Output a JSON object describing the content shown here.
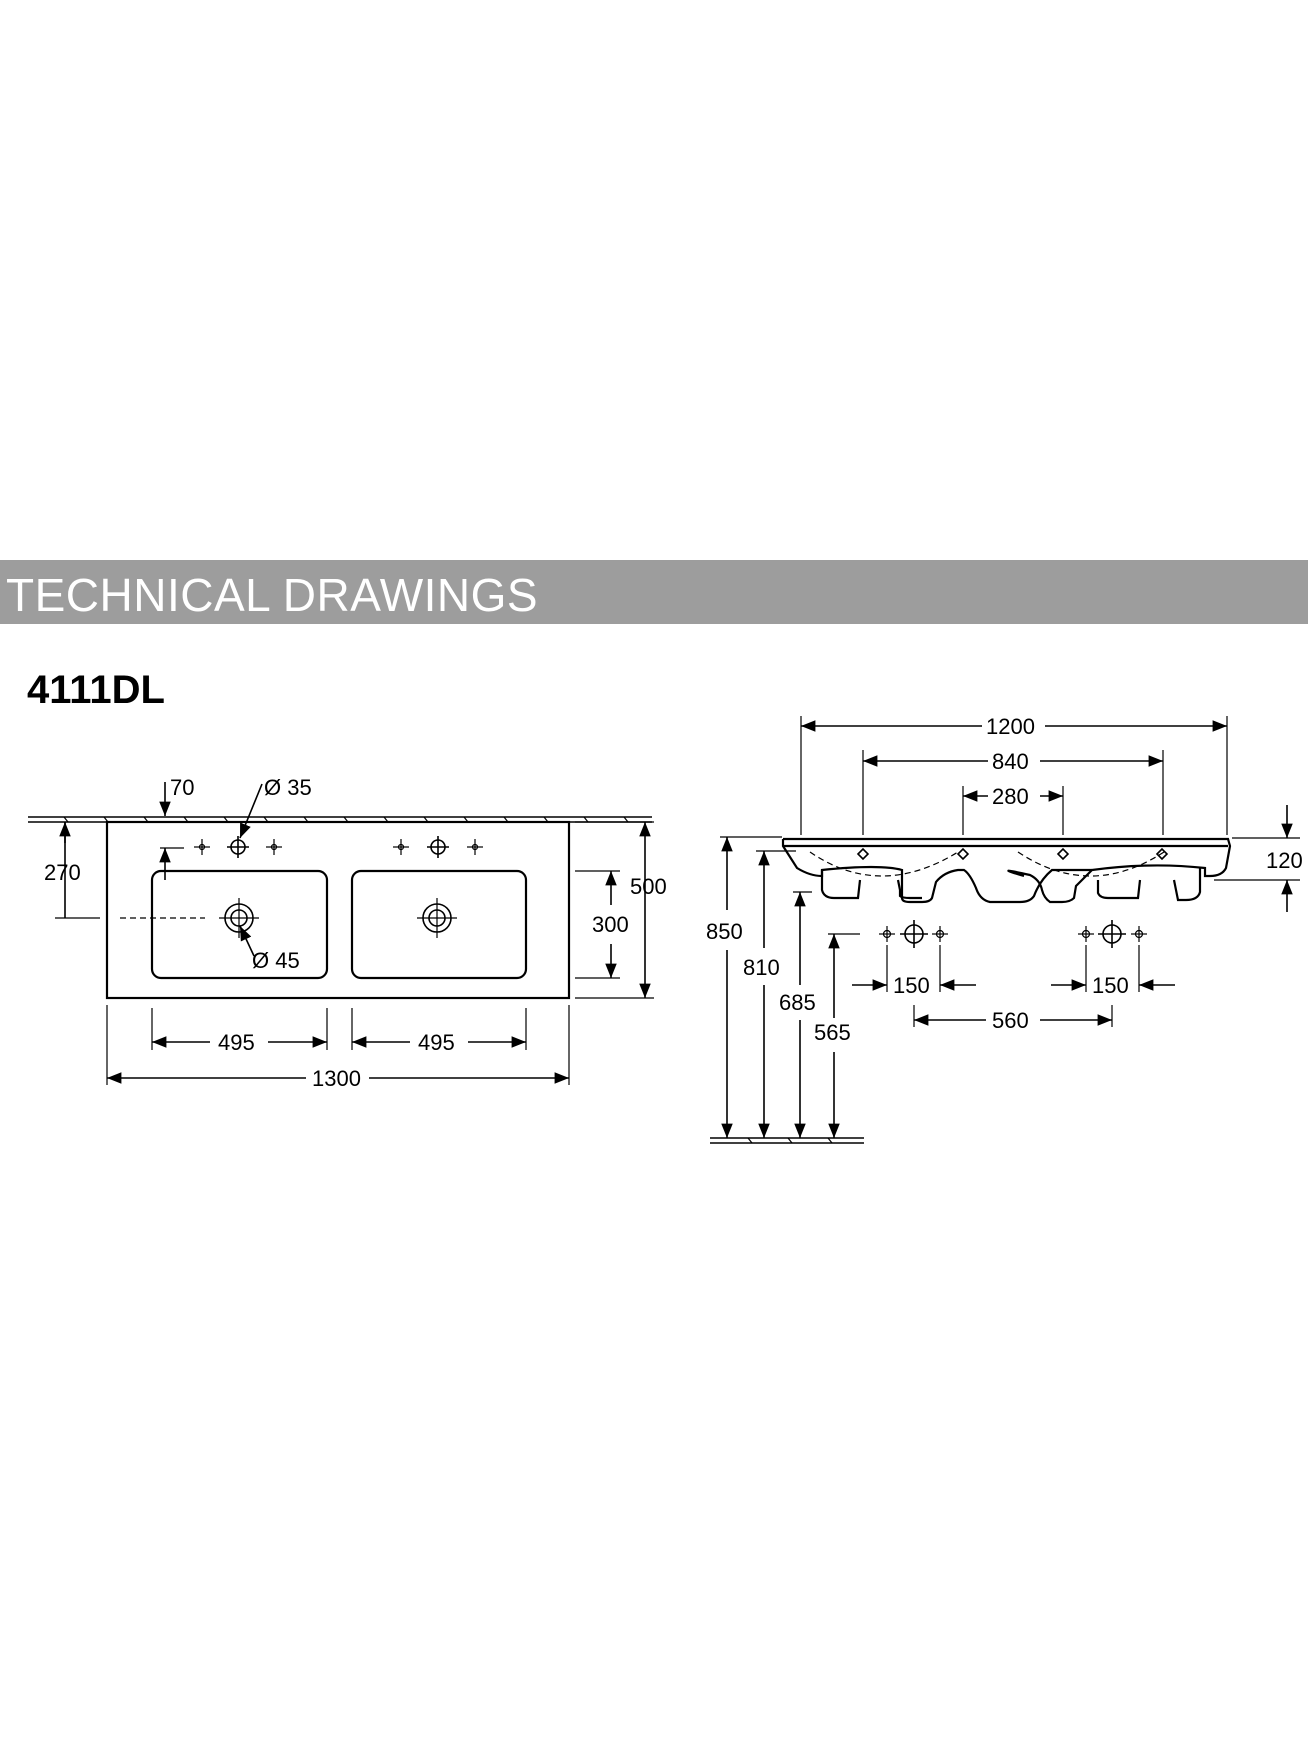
{
  "header": {
    "title": "TECHNICAL DRAWINGS"
  },
  "model": {
    "code": "4111DL"
  },
  "top_view": {
    "dim_70": "70",
    "dim_dia35": "Ø 35",
    "dim_270": "270",
    "dim_500": "500",
    "dim_300": "300",
    "dim_dia45": "Ø 45",
    "dim_495_left": "495",
    "dim_495_right": "495",
    "dim_1300": "1300"
  },
  "side_view": {
    "dim_1200": "1200",
    "dim_840": "840",
    "dim_280": "280",
    "dim_120": "120",
    "dim_850": "850",
    "dim_810": "810",
    "dim_685": "685",
    "dim_565": "565",
    "dim_150_left": "150",
    "dim_150_right": "150",
    "dim_560": "560"
  },
  "colors": {
    "banner": "#9d9d9d",
    "banner_text": "#ffffff",
    "ink": "#000000"
  }
}
